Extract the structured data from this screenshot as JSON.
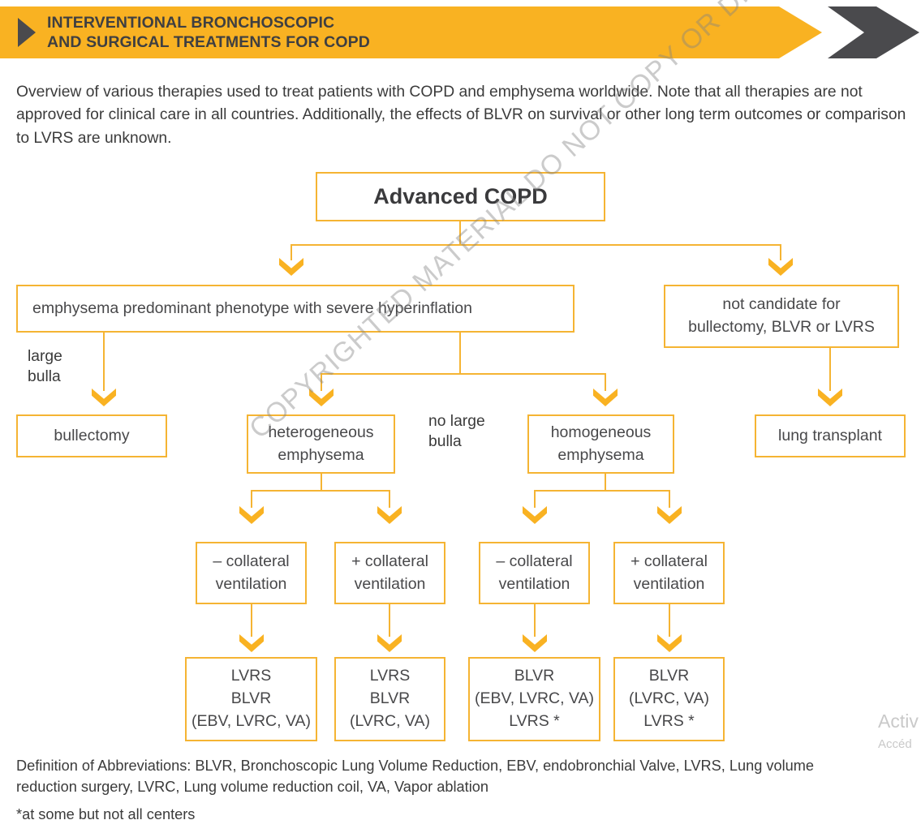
{
  "header": {
    "title": "INTERVENTIONAL BRONCHOSCOPIC\nAND SURGICAL TREATMENTS FOR COPD",
    "accent_color": "#F9B222",
    "cap_color": "#4A4A4D"
  },
  "intro": "Overview of various therapies used to treat patients with COPD and emphysema worldwide. Note that all therapies are not approved for clinical care in all countries. Additionally, the effects of BLVR on survival or other long term outcomes or comparison to LVRS are unknown.",
  "chart_data": {
    "type": "diagram",
    "title": "Advanced COPD treatment decision tree",
    "node_border_color": "#F5B433",
    "nodes": [
      {
        "id": "root",
        "label": "Advanced COPD"
      },
      {
        "id": "emphysema",
        "label": "emphysema predominant phenotype with severe hyperinflation"
      },
      {
        "id": "not_candidate",
        "label": "not candidate for\nbullectomy, BLVR or LVRS"
      },
      {
        "id": "bullectomy",
        "label": "bullectomy"
      },
      {
        "id": "hetero",
        "label": "heterogeneous\nemphysema"
      },
      {
        "id": "homo",
        "label": "homogeneous\nemphysema"
      },
      {
        "id": "transplant",
        "label": "lung transplant"
      },
      {
        "id": "cv1",
        "label": "– collateral\nventilation"
      },
      {
        "id": "cv2",
        "label": "+ collateral\nventilation"
      },
      {
        "id": "cv3",
        "label": "– collateral\nventilation"
      },
      {
        "id": "cv4",
        "label": "+ collateral\nventilation"
      },
      {
        "id": "out1",
        "label": "LVRS\nBLVR\n(EBV, LVRC, VA)"
      },
      {
        "id": "out2",
        "label": "LVRS\nBLVR\n(LVRC, VA)"
      },
      {
        "id": "out3",
        "label": "BLVR\n(EBV, LVRC, VA)\nLVRS *"
      },
      {
        "id": "out4",
        "label": "BLVR\n(LVRC, VA)\nLVRS *"
      }
    ],
    "edge_labels": [
      {
        "id": "large_bulla",
        "label": "large\nbulla"
      },
      {
        "id": "no_large_bulla",
        "label": "no large\nbulla"
      }
    ],
    "edges": [
      {
        "from": "root",
        "to": "emphysema"
      },
      {
        "from": "root",
        "to": "not_candidate"
      },
      {
        "from": "emphysema",
        "to": "bullectomy",
        "label": "large bulla"
      },
      {
        "from": "emphysema",
        "to": "hetero",
        "label": "no large bulla"
      },
      {
        "from": "emphysema",
        "to": "homo",
        "label": "no large bulla"
      },
      {
        "from": "not_candidate",
        "to": "transplant"
      },
      {
        "from": "hetero",
        "to": "cv1"
      },
      {
        "from": "hetero",
        "to": "cv2"
      },
      {
        "from": "homo",
        "to": "cv3"
      },
      {
        "from": "homo",
        "to": "cv4"
      },
      {
        "from": "cv1",
        "to": "out1"
      },
      {
        "from": "cv2",
        "to": "out2"
      },
      {
        "from": "cv3",
        "to": "out3"
      },
      {
        "from": "cv4",
        "to": "out4"
      }
    ]
  },
  "footer": {
    "abbreviations": "Definition of Abbreviations: BLVR, Bronchoscopic Lung Volume Reduction, EBV, endobronchial Valve, LVRS, Lung volume reduction surgery, LVRC, Lung volume reduction coil, VA, Vapor ablation",
    "footnote": "*at some but not all centers"
  },
  "watermarks": {
    "copyright": "COPYRIGHTED MATERIAL DO NOT COPY OR DISTRIBUTE",
    "windows_line1": "Activ",
    "windows_line2": "Accéd"
  }
}
